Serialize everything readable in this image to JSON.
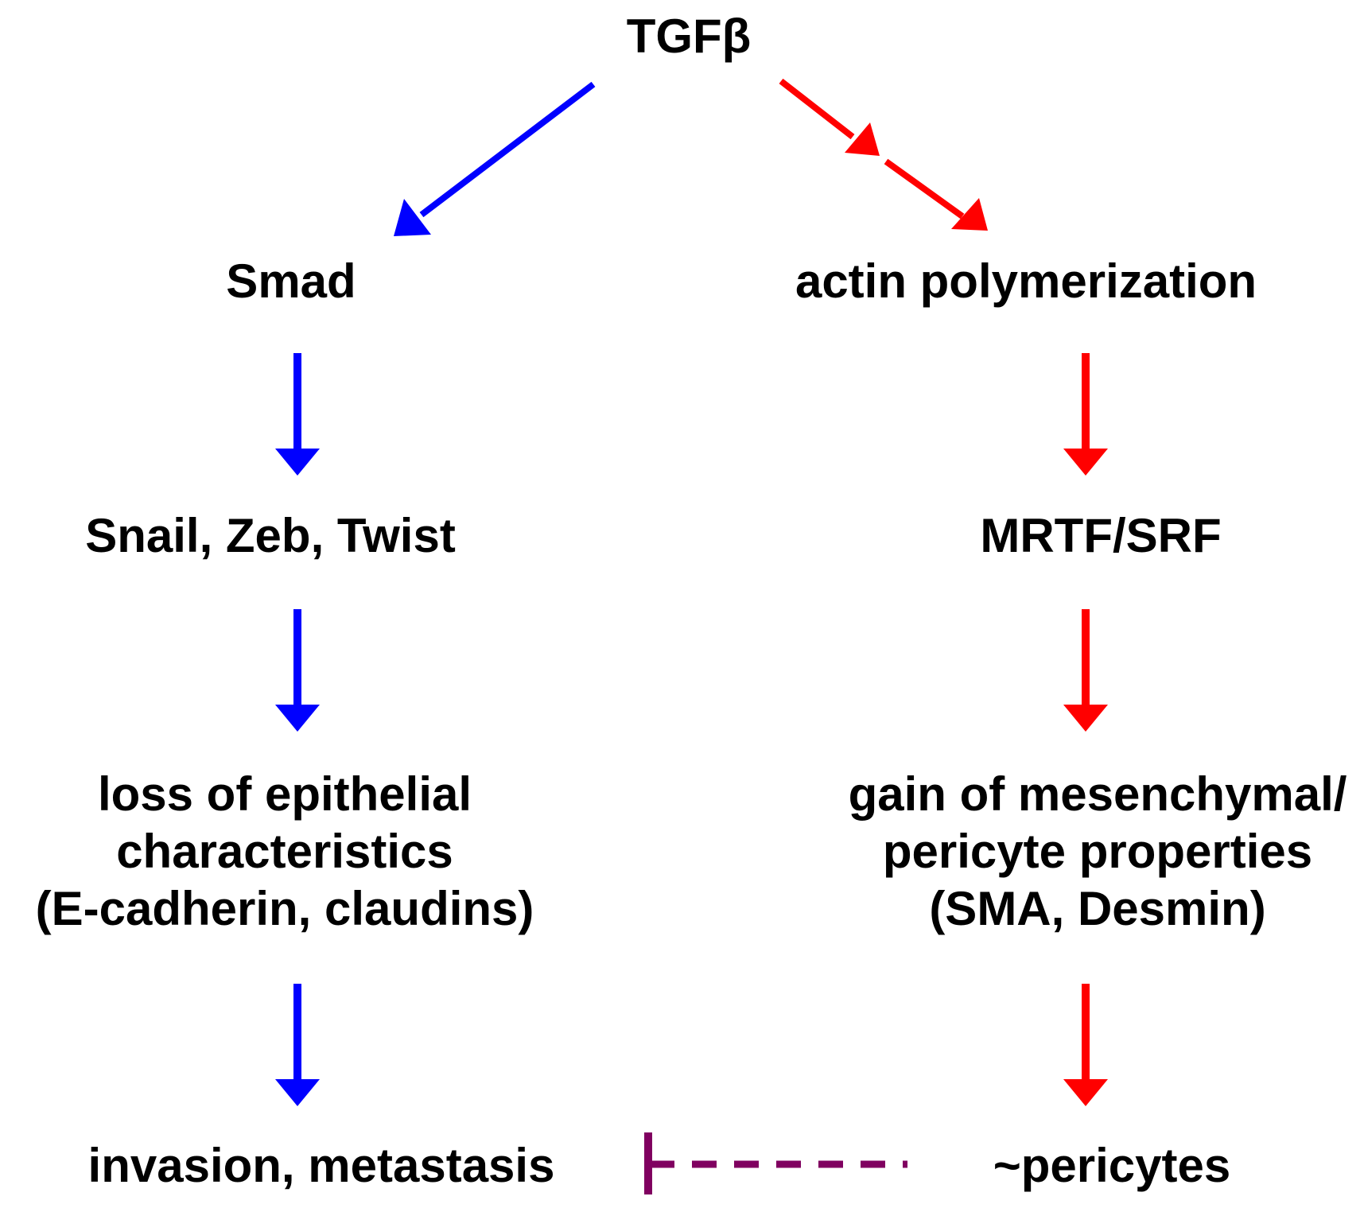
{
  "colors": {
    "text": "#000000",
    "smad_pathway": "#0000ff",
    "actin_pathway": "#ff0000",
    "inhibition": "#800060",
    "background": "#ffffff"
  },
  "nodes": {
    "tgfb": {
      "label": "TGFβ"
    },
    "smad": {
      "label": "Smad"
    },
    "actin": {
      "label": "actin polymerization"
    },
    "snail": {
      "label": "Snail, Zeb, Twist"
    },
    "mrtf": {
      "label": "MRTF/SRF"
    },
    "loss": {
      "line1": "loss of epithelial",
      "line2": "characteristics",
      "line3": "(E-cadherin, claudins)"
    },
    "gain": {
      "line1": "gain of mesenchymal/",
      "line2": "pericyte properties",
      "line3": "(SMA, Desmin)"
    },
    "invasion": {
      "label": "invasion, metastasis"
    },
    "pericytes": {
      "label": "~pericytes"
    }
  },
  "edges": [
    {
      "from": "tgfb",
      "to": "smad",
      "kind": "activation",
      "color": "#0000ff"
    },
    {
      "from": "tgfb",
      "to": "actin",
      "kind": "activation-indirect",
      "color": "#ff0000"
    },
    {
      "from": "smad",
      "to": "snail",
      "kind": "activation",
      "color": "#0000ff"
    },
    {
      "from": "snail",
      "to": "loss",
      "kind": "activation",
      "color": "#0000ff"
    },
    {
      "from": "loss",
      "to": "invasion",
      "kind": "activation",
      "color": "#0000ff"
    },
    {
      "from": "actin",
      "to": "mrtf",
      "kind": "activation",
      "color": "#ff0000"
    },
    {
      "from": "mrtf",
      "to": "gain",
      "kind": "activation",
      "color": "#ff0000"
    },
    {
      "from": "gain",
      "to": "pericytes",
      "kind": "activation",
      "color": "#ff0000"
    },
    {
      "from": "pericytes",
      "to": "invasion",
      "kind": "inhibition",
      "color": "#800060"
    }
  ]
}
